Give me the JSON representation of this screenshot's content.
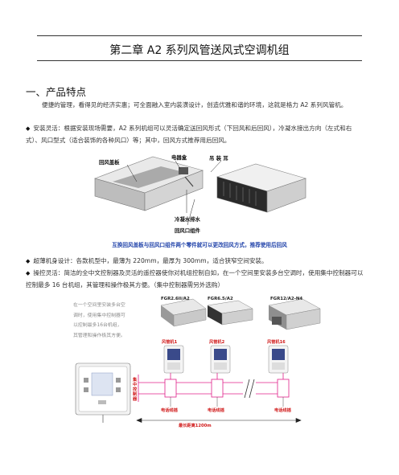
{
  "chapter_title": "第二章  A2 系列风管送风式空调机组",
  "section_heading": "一、产品特点",
  "paragraphs": {
    "intro": "便捷的管理，看得见的经济实惠；可全面融入室内装潢设计，创造优雅和谐的环境，这就是格力 A2 系列风管机。",
    "install": "安装灵活：根据安装现场需要，A2 系列机组可以灵活确定送回风形式（下回风和后回风），冷凝水接出方向（左式和右式）、风口型式（适合装饰的各种风口）等；其中，回风方式推荐用后回风。",
    "slim": "超薄机身设计：各款机型中，最薄为 220mm，最厚为 300mm，适合狭窄空间安装。",
    "control": "操控灵活：简洁的全中文控制器及灵活的遥控器使你对机组控制自如，在一个空间里安装多台空调时，使用集中控制器可以控制最多 16 台机组，其管理和操作极其方便。（集中控制器需另外选购）"
  },
  "figure1": {
    "labels": {
      "return_panel": "回风盖板",
      "electric_box": "电器盒",
      "hanger": "吊 装 耳",
      "drain": "冷凝水排水",
      "return_assembly": "回风口组件"
    },
    "caption": "互换回风盖板与回风口组件两个零件就可以更改回风方式，推荐使用后回风"
  },
  "figure2": {
    "side_note": "在一个空间里安装多台空调时，使用集中控制器可以控制最多16台机组，其管理和操作极其方便。",
    "models": [
      "FGR2.6II/A2",
      "FGR6.5/A2",
      "FGR12/A2-N4"
    ],
    "panel_labels": [
      "风管机1",
      "风管机2",
      "风管机16"
    ],
    "central_controller": "集中控制器",
    "line_labels": [
      "电话线插",
      "电话线插",
      "电话线插"
    ],
    "max_distance": "最长距离1200m"
  },
  "colors": {
    "accent_red": "#d01818",
    "caption_blue": "#2244aa",
    "line_pink": "#e0208a"
  }
}
